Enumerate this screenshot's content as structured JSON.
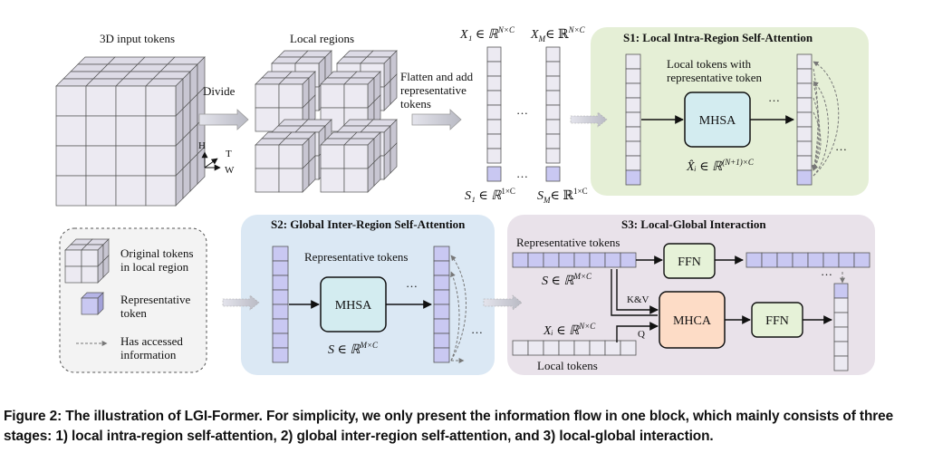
{
  "labels": {
    "input_tokens": "3D input tokens",
    "local_regions": "Local regions",
    "divide": "Divide",
    "axis_h": "H",
    "axis_t": "T",
    "axis_w": "W",
    "flatten": [
      "Flatten and add",
      "representative",
      "tokens"
    ],
    "x1": "X₁ ∈ ℝ",
    "x1_sup": "N×C",
    "xm": "X",
    "xm_sub": "M",
    "xm_rest": "∈ ℝ",
    "xm_sup": "N×C",
    "s1": "S₁ ∈ ℝ",
    "s1_sup": "1×C",
    "sm": "S",
    "sm_sub": "M",
    "sm_rest": "∈ ℝ",
    "sm_sup": "1×C",
    "ellipsis": "…"
  },
  "stage_s1": {
    "title": "S1: Local Intra-Region Self-Attention",
    "note": [
      "Local tokens with",
      "representative token"
    ],
    "block": "MHSA",
    "formula": "X̂ᵢ ∈ ℝ",
    "formula_sup": "(N+1)×C"
  },
  "stage_s2": {
    "title": "S2: Global Inter-Region Self-Attention",
    "note": "Representative tokens",
    "block": "MHSA",
    "formula": "S ∈ ℝ",
    "formula_sup": "M×C"
  },
  "stage_s3": {
    "title": "S3: Local-Global Interaction",
    "rep_tokens": "Representative tokens",
    "rep_formula": "S ∈ ℝ",
    "rep_formula_sup": "M×C",
    "local_formula": "Xᵢ ∈ ℝ",
    "local_formula_sup": "N×C",
    "local_tokens": "Local tokens",
    "ffn1": "FFN",
    "ffn2": "FFN",
    "mhca": "MHCA",
    "kv": "K&V",
    "q": "Q"
  },
  "legend": {
    "original": [
      "Original tokens",
      "in local region"
    ],
    "representative": [
      "Representative",
      "token"
    ],
    "accessed": [
      "Has accessed",
      "information"
    ]
  },
  "caption": "Figure 2: The illustration of LGI-Former. For simplicity, we only present the information flow in one block, which mainly consists of three stages: 1) local intra-region self-attention, 2) global inter-region self-attention, and 3) local-global interaction.",
  "colors": {
    "token_fill": "#eceaf2",
    "rep_fill": "#c9c8f2",
    "s1_bg": "#e5efd6",
    "s2_bg": "#dbe8f4",
    "s3_bg": "#e9e2ea",
    "mhsa_fill": "#d3ecf0",
    "mhca_fill": "#fddcc6",
    "ffn_fill": "#e6f2d8"
  }
}
